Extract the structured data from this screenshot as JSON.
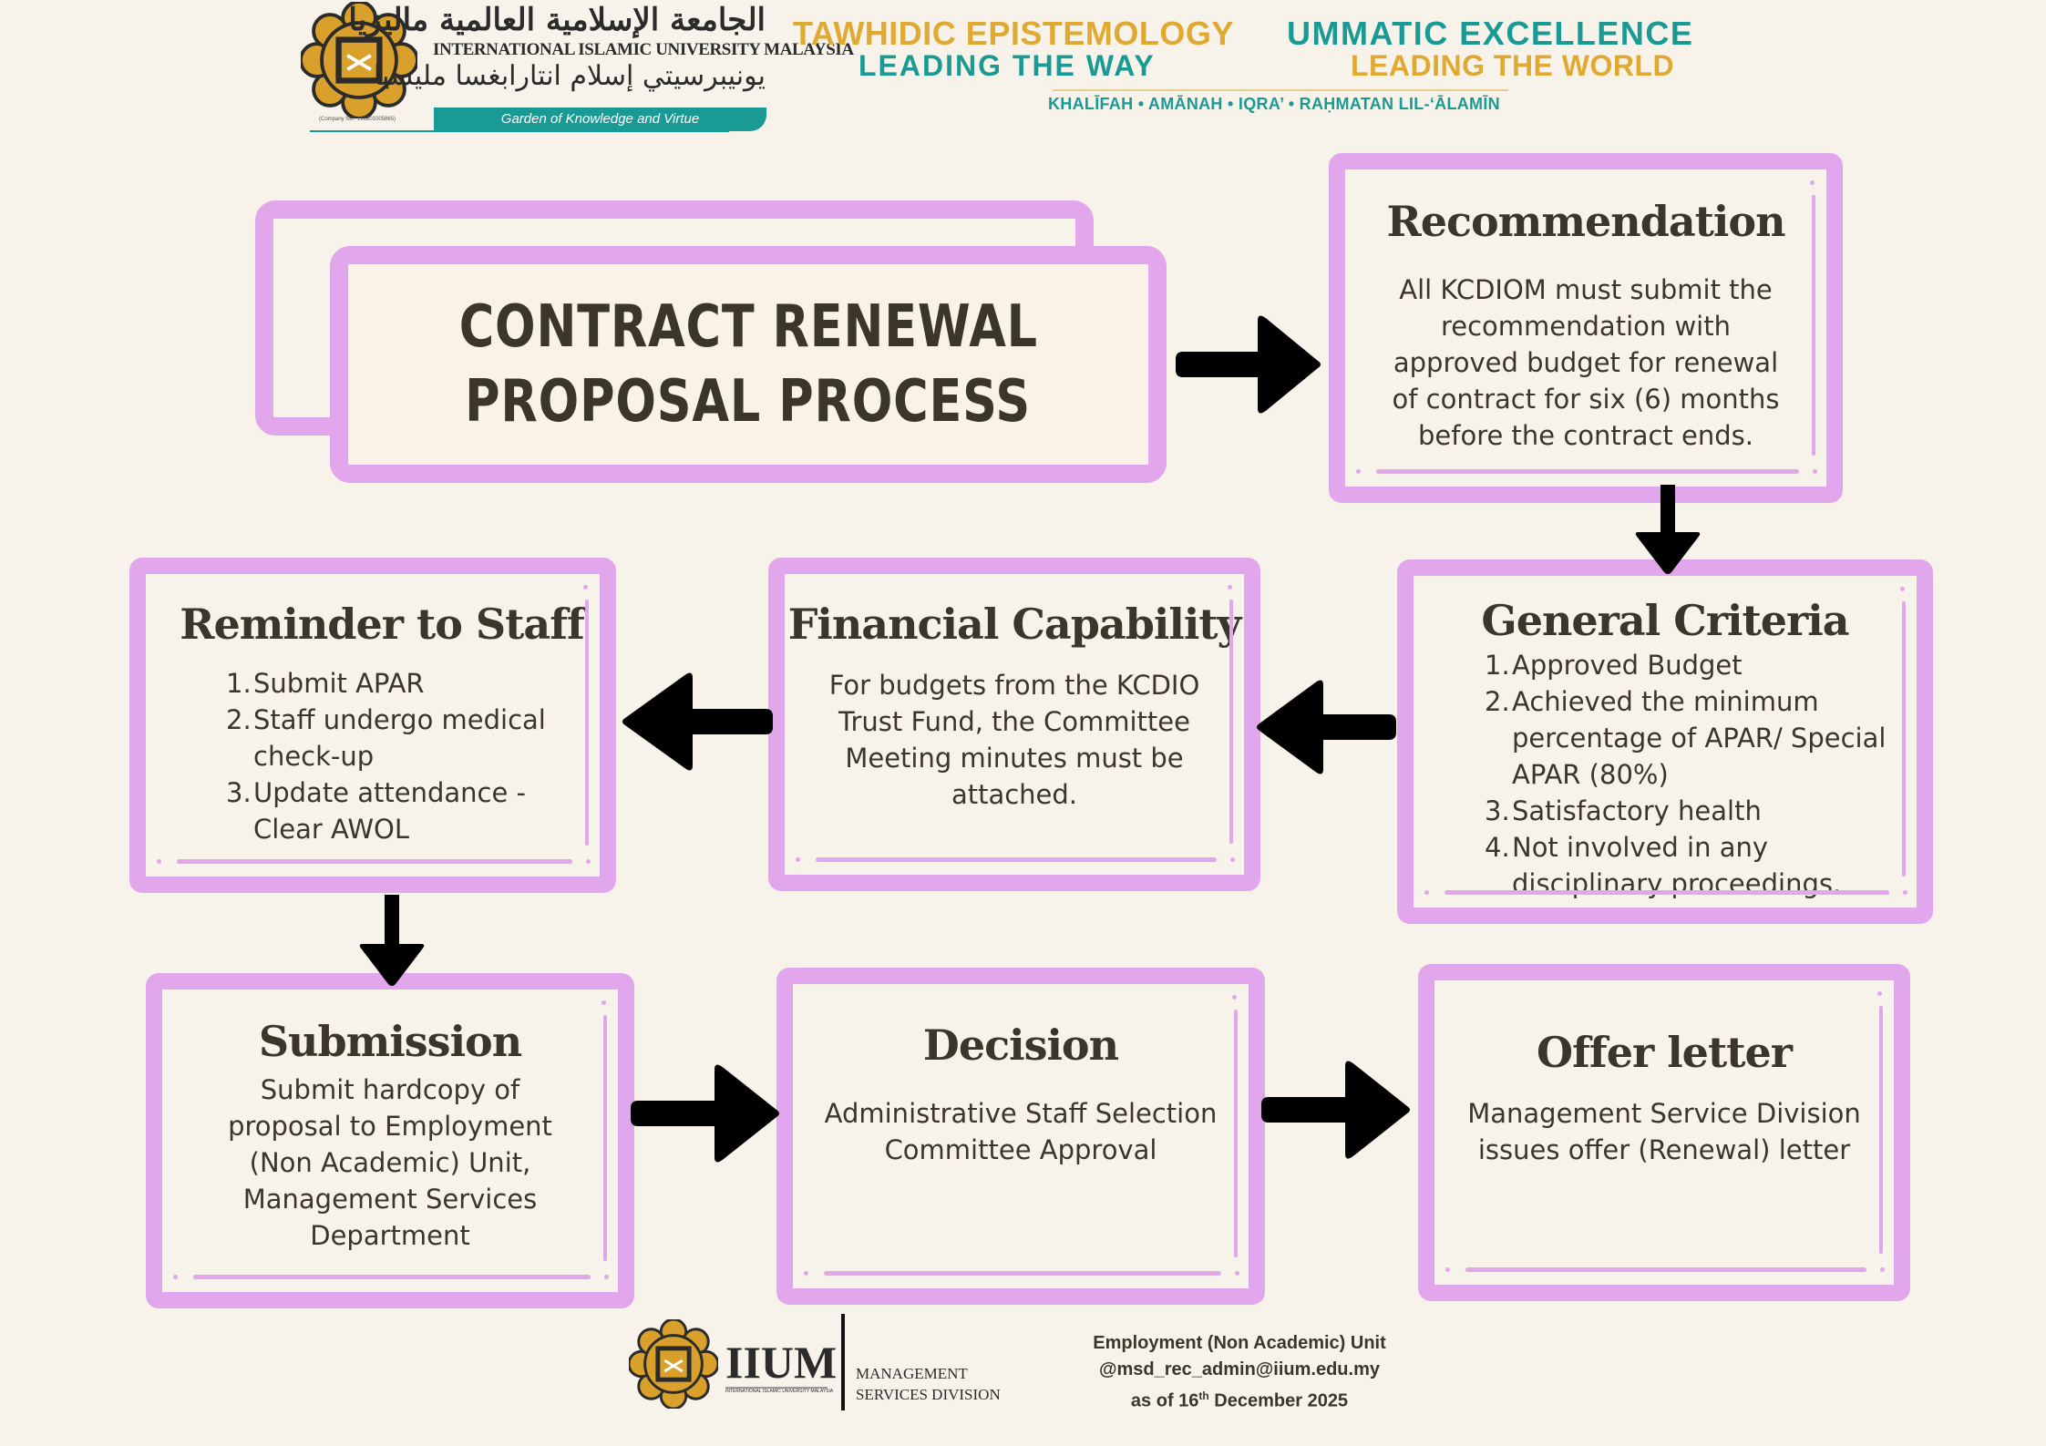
{
  "header": {
    "university_arabic": "الجامعة الإسلامية العالمية ماليزيا",
    "university_name": "INTERNATIONAL ISLAMIC UNIVERSITY MALAYSIA",
    "university_jawi": "يونيبرسيتي إسلام انتارابغسا مليسيا",
    "company_no": "(Company No.: 198301005865)",
    "tagline": "Garden of Knowledge and Virtue",
    "motto": {
      "line1_left": "TAWHIDIC EPISTEMOLOGY",
      "line2_left": "LEADING THE WAY",
      "line1_right": "UMMATIC EXCELLENCE",
      "line2_right": "LEADING THE WORLD",
      "values": "KHALĪFAH • AMĀNAH • IQRA’ • RAḤMATAN LIL-‘ĀLAMĪN"
    }
  },
  "title": {
    "line1": "CONTRACT RENEWAL",
    "line2": "PROPOSAL PROCESS"
  },
  "steps": {
    "recommendation": {
      "title": "Recommendation",
      "text": "All KCDIOM must submit the recommendation with approved budget for renewal of contract for six (6) months before the contract ends."
    },
    "general_criteria": {
      "title": "General Criteria",
      "items": [
        {
          "num": "1.",
          "text": "Approved Budget"
        },
        {
          "num": "2.",
          "text": "Achieved the minimum percentage of APAR/ Special APAR (80%)"
        },
        {
          "num": "3.",
          "text": "Satisfactory health"
        },
        {
          "num": "4.",
          "text": "Not involved in any disciplinary proceedings."
        }
      ]
    },
    "financial_capability": {
      "title": "Financial Capability",
      "text": "For budgets from the KCDIO Trust Fund, the Committee Meeting minutes must be attached."
    },
    "reminder_to_staff": {
      "title": "Reminder to Staff",
      "items": [
        {
          "num": "1.",
          "text": "Submit APAR"
        },
        {
          "num": "2.",
          "text": "Staff undergo medical check-up"
        },
        {
          "num": "3.",
          "text": "Update attendance - Clear AWOL"
        }
      ]
    },
    "submission": {
      "title": "Submission",
      "text": "Submit hardcopy of proposal to Employment (Non Academic) Unit, Management Services Department"
    },
    "decision": {
      "title": "Decision",
      "text": "Administrative Staff Selection Committee Approval"
    },
    "offer_letter": {
      "title": "Offer letter",
      "text": "Management Service Division issues offer (Renewal) letter"
    }
  },
  "footer": {
    "logo_text": "IIUM",
    "logo_subtext": "INTERNATIONAL ISLAMIC UNIVERSITY MALAYSIA",
    "division_line1": "MANAGEMENT",
    "division_line2": "SERVICES DIVISION",
    "unit": "Employment (Non Academic) Unit",
    "email": "@msd_rec_admin@iium.edu.my",
    "date_prefix": "as of 16",
    "date_sup": "th",
    "date_suffix": " December 2025"
  },
  "colors": {
    "background": "#f8f3ea",
    "border_purple": "#e1a6ec",
    "text_dark": "#3a3629",
    "gold": "#e0a931",
    "teal": "#1a9a94",
    "arrow": "#000000"
  }
}
